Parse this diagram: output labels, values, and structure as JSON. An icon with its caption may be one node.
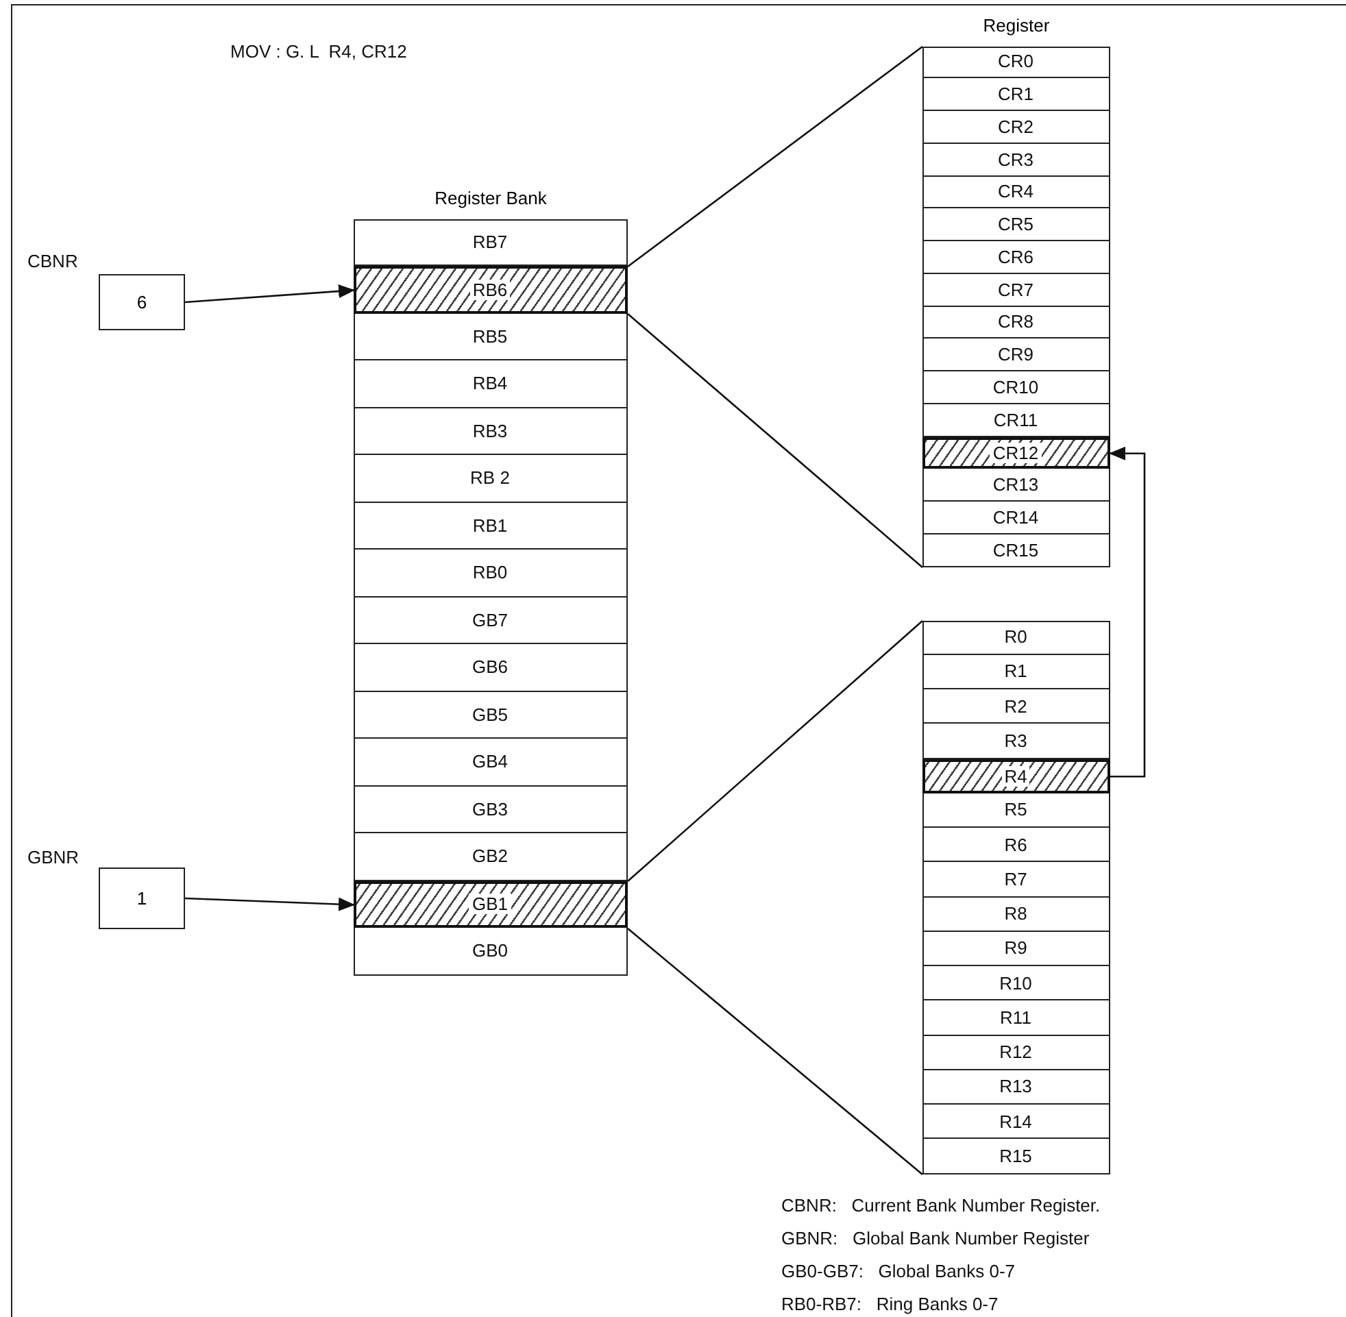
{
  "diagram": {
    "nodes": [
      {
        "text": [
          "Register Bank"
        ]
      },
      {
        "text": [
          "RB7"
        ],
        "in": 0
      },
      {
        "text": [
          "RB6"
        ],
        "in": 0
      },
      {
        "text": [
          "RB5"
        ],
        "in": 0
      },
      {
        "text": [
          "RB4"
        ],
        "in": 0
      },
      {
        "text": [
          "RB3"
        ],
        "in": 0
      },
      {
        "text": [
          "RB 2"
        ],
        "in": 0
      },
      {
        "text": [
          "RB1"
        ],
        "in": 0
      },
      {
        "text": [
          "RB0"
        ],
        "in": 0
      },
      {
        "text": [
          "GB7"
        ],
        "in": 0
      },
      {
        "text": [
          "GB6"
        ],
        "in": 0
      },
      {
        "text": [
          "GB5"
        ],
        "in": 0
      },
      {
        "text": [
          "GB4"
        ],
        "in": 0
      },
      {
        "text": [
          "GB3"
        ],
        "in": 0
      },
      {
        "text": [
          "GB2"
        ],
        "in": 0
      },
      {
        "text": [
          "GB1"
        ],
        "in": 0
      },
      {
        "text": [
          "GB0"
        ],
        "in": 0
      },
      {
        "text": [
          "6"
        ],
        "beside": [
          "CBNR"
        ]
      },
      {
        "text": [
          "1"
        ],
        "beside": [
          "GBNR"
        ]
      },
      {
        "text": [
          "Register"
        ]
      },
      {
        "text": [
          "CR0"
        ],
        "in": 19
      },
      {
        "text": [
          "CR1"
        ],
        "in": 19
      },
      {
        "text": [
          "CR2"
        ],
        "in": 19
      },
      {
        "text": [
          "CR3"
        ],
        "in": 19
      },
      {
        "text": [
          "CR4"
        ],
        "in": 19
      },
      {
        "text": [
          "CR5"
        ],
        "in": 19
      },
      {
        "text": [
          "CR6"
        ],
        "in": 19
      },
      {
        "text": [
          "CR7"
        ],
        "in": 19
      },
      {
        "text": [
          "CR8"
        ],
        "in": 19
      },
      {
        "text": [
          "CR9"
        ],
        "in": 19
      },
      {
        "text": [
          "CR10"
        ],
        "in": 19
      },
      {
        "text": [
          "CR11"
        ],
        "in": 19
      },
      {
        "text": [
          "CR12"
        ],
        "in": 19
      },
      {
        "text": [
          "CR13"
        ],
        "in": 19
      },
      {
        "text": [
          "CR14"
        ],
        "in": 19
      },
      {
        "text": [
          "CR15"
        ],
        "in": 19
      },
      {
        "text": [],
        "shape": "box"
      },
      {
        "text": [
          "R0"
        ],
        "in": 36
      },
      {
        "text": [
          "R1"
        ],
        "in": 36
      },
      {
        "text": [
          "R2"
        ],
        "in": 36
      },
      {
        "text": [
          "R3"
        ],
        "in": 36
      },
      {
        "text": [
          "R4"
        ],
        "in": 36
      },
      {
        "text": [
          "R5"
        ],
        "in": 36
      },
      {
        "text": [
          "R6"
        ],
        "in": 36
      },
      {
        "text": [
          "R7"
        ],
        "in": 36
      },
      {
        "text": [
          "R8"
        ],
        "in": 36
      },
      {
        "text": [
          "R9"
        ],
        "in": 36
      },
      {
        "text": [
          "R10"
        ],
        "in": 36
      },
      {
        "text": [
          "R11"
        ],
        "in": 36
      },
      {
        "text": [
          "R12"
        ],
        "in": 36
      },
      {
        "text": [
          "R13"
        ],
        "in": 36
      },
      {
        "text": [
          "R14"
        ],
        "in": 36
      },
      {
        "text": [
          "R15"
        ],
        "in": 36
      }
    ],
    "edges": [
      {
        "from": 17,
        "to": 2,
        "arrow": "to"
      },
      {
        "from": 18,
        "to": 15,
        "arrow": "to"
      },
      {
        "from": 2,
        "to": 19,
        "arrow": "none"
      },
      {
        "from": 2,
        "to": 19,
        "arrow": "none"
      },
      {
        "from": 15,
        "to": 36,
        "arrow": "none"
      },
      {
        "from": 15,
        "to": 36,
        "arrow": "none"
      },
      {
        "from": 41,
        "to": 32,
        "arrow": "to"
      }
    ],
    "labels": [
      "MOV : G. L  R4, CR12",
      "CBNR:   Current Bank Number Register.",
      "GBNR:   Global Bank Number Register",
      "GB0-GB7:   Global Banks 0-7",
      "RB0-RB7:   Ring Banks 0-7"
    ]
  }
}
